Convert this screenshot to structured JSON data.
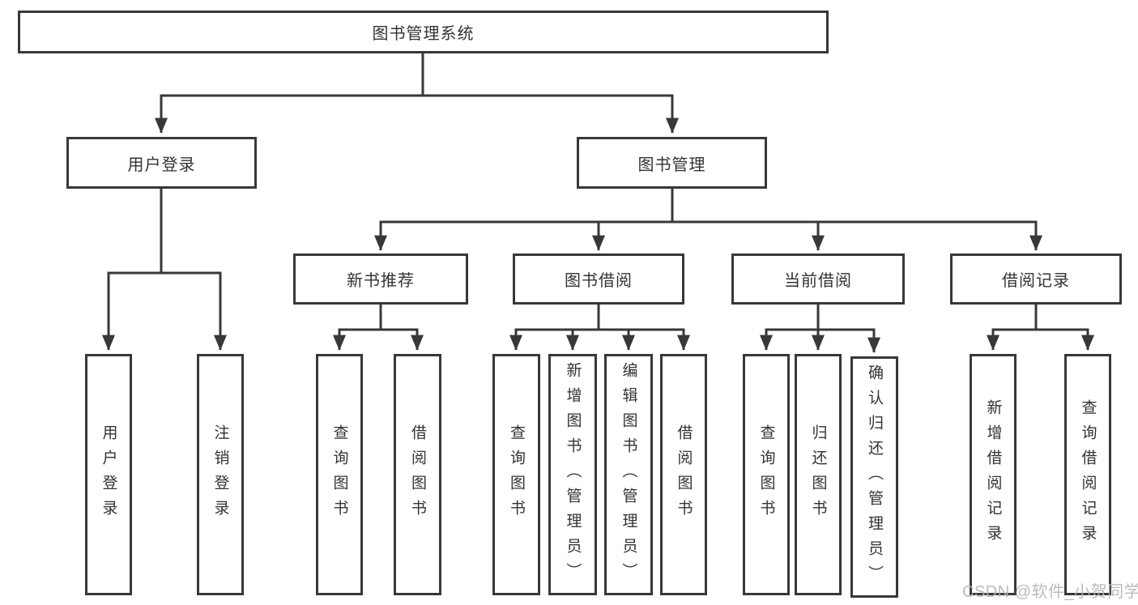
{
  "tree": {
    "root": {
      "label": "图书管理系统",
      "children": [
        {
          "label": "用户登录",
          "children": [
            {
              "label": "用户登录"
            },
            {
              "label": "注销登录"
            }
          ]
        },
        {
          "label": "图书管理",
          "children": [
            {
              "label": "新书推荐",
              "children": [
                {
                  "label": "查询图书"
                },
                {
                  "label": "借阅图书"
                }
              ]
            },
            {
              "label": "图书借阅",
              "children": [
                {
                  "label": "查询图书"
                },
                {
                  "label": "新增图书（管理员）"
                },
                {
                  "label": "编辑图书（管理员）"
                },
                {
                  "label": "借阅图书"
                }
              ]
            },
            {
              "label": "当前借阅",
              "children": [
                {
                  "label": "查询图书"
                },
                {
                  "label": "归还图书"
                },
                {
                  "label": "确认归还（管理员）"
                }
              ]
            },
            {
              "label": "借阅记录",
              "children": [
                {
                  "label": "新增借阅记录"
                },
                {
                  "label": "查询借阅记录"
                }
              ]
            }
          ]
        }
      ]
    }
  },
  "watermark": "CSDN @软件_小贺同学",
  "colors": {
    "line": "#383838",
    "border": "#383838",
    "text": "#333333",
    "watermark": "#b6b6b6",
    "background": "#ffffff"
  }
}
